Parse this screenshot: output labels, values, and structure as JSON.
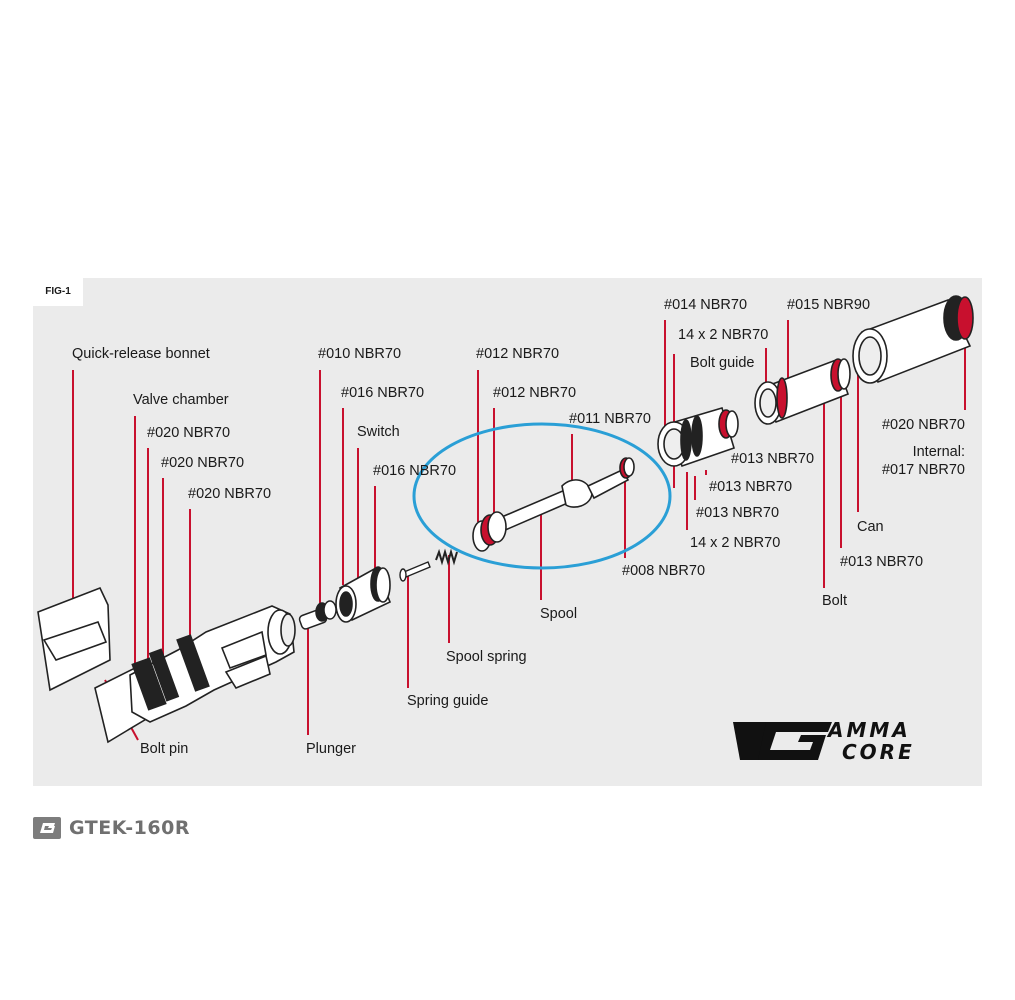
{
  "figure_tag": "FIG-1",
  "labels": {
    "quick_release_bonnet": "Quick-release bonnet",
    "valve_chamber": "Valve chamber",
    "oring_020_a": "#020 NBR70",
    "oring_020_b": "#020 NBR70",
    "oring_020_c": "#020 NBR70",
    "bolt_pin": "Bolt pin",
    "oring_010": "#010 NBR70",
    "oring_016_a": "#016 NBR70",
    "switch": "Switch",
    "oring_016_b": "#016 NBR70",
    "plunger": "Plunger",
    "spring_guide": "Spring guide",
    "spool_spring": "Spool spring",
    "oring_012_a": "#012 NBR70",
    "oring_012_b": "#012 NBR70",
    "oring_011": "#011 NBR70",
    "spool": "Spool",
    "oring_008": "#008  NBR70",
    "oring_014": "#014 NBR70",
    "size_14x2_a": "14 x 2 NBR70",
    "bolt_guide": "Bolt guide",
    "oring_013_a": "#013 NBR70",
    "oring_013_b": "#013 NBR70",
    "oring_013_c": "#013 NBR70",
    "size_14x2_b": "14 x 2 NBR70",
    "oring_015": "#015 NBR90",
    "oring_020_d": "#020 NBR70",
    "internal": "Internal:",
    "oring_017": "#017 NBR70",
    "can": "Can",
    "oring_013_d": "#013 NBR70",
    "bolt": "Bolt"
  },
  "brand": {
    "line1": "AMMA",
    "line2": "CORE"
  },
  "footer": {
    "model": "GTEK-160R"
  },
  "colors": {
    "leader": "#c8102e",
    "highlight": "#2a9fd6",
    "panel": "#ebebeb"
  }
}
